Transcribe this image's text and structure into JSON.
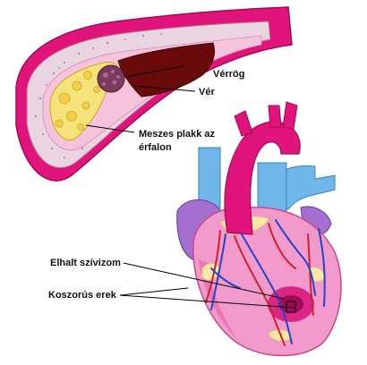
{
  "labels": {
    "clot": "Vérrög",
    "blood": "Vér",
    "plaque_line1": "Meszes plakk az",
    "plaque_line2": "érfalon",
    "dead_muscle": "Elhalt szívizom",
    "coronary": "Koszorús erek"
  },
  "colors": {
    "vessel_outer": "#e0147a",
    "vessel_wall": "#f2b6cf",
    "vessel_tissue": "#e9d4df",
    "plaque": "#f6e27a",
    "plaque_edge": "#c9a81e",
    "blood": "#6a0a0a",
    "clot": "#7b3a5e",
    "heart_body": "#f29acb",
    "heart_dark": "#e24f9a",
    "aorta": "#e0147a",
    "pulmonary_vessels": "#6fb7e8",
    "atrium": "#a56fd0",
    "artery": "#2544c8",
    "vein": "#d1202d",
    "fat": "#f4e7a8",
    "infarct": "#d6127a",
    "leader": "#000000"
  }
}
